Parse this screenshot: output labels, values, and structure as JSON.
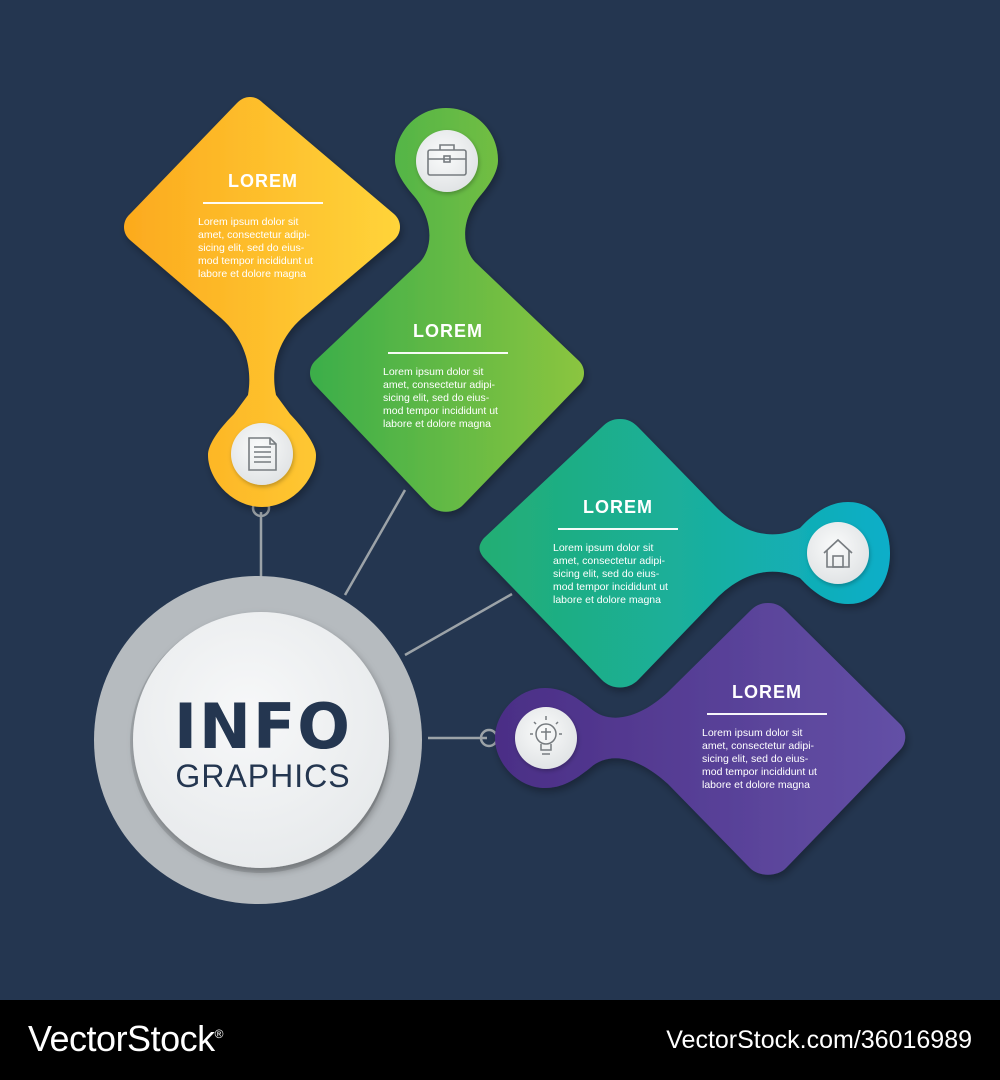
{
  "center": {
    "title": "INFO",
    "subtitle": "GRAPHICS"
  },
  "cards": [
    {
      "title": "LOREM",
      "body": [
        "Lorem ipsum dolor sit",
        "amet, consectetur adipi-",
        "sicing elit, sed do eius-",
        "mod tempor incididunt ut",
        "labore et dolore magna"
      ],
      "icon": "document-icon",
      "color": "#FDB820"
    },
    {
      "title": "LOREM",
      "body": [
        "Lorem ipsum dolor sit",
        "amet, consectetur adipi-",
        "sicing elit, sed do eius-",
        "mod tempor incididunt ut",
        "labore et dolore magna"
      ],
      "icon": "briefcase-icon",
      "color": "#5DBB46"
    },
    {
      "title": "LOREM",
      "body": [
        "Lorem ipsum dolor sit",
        "amet, consectetur adipi-",
        "sicing elit, sed do eius-",
        "mod tempor incididunt ut",
        "labore et dolore magna"
      ],
      "icon": "home-icon",
      "color": "#1FAF9C"
    },
    {
      "title": "LOREM",
      "body": [
        "Lorem ipsum dolor sit",
        "amet, consectetur adipi-",
        "sicing elit, sed do eius-",
        "mod tempor incididunt ut",
        "labore et dolore magna"
      ],
      "icon": "lightbulb-icon",
      "color": "#5A3E96"
    }
  ],
  "watermark": {
    "brand": "VectorStock",
    "registered": "®",
    "url": "VectorStock.com/36016989"
  },
  "colors": {
    "background": "#243650",
    "connector": "#9CA3A8"
  }
}
